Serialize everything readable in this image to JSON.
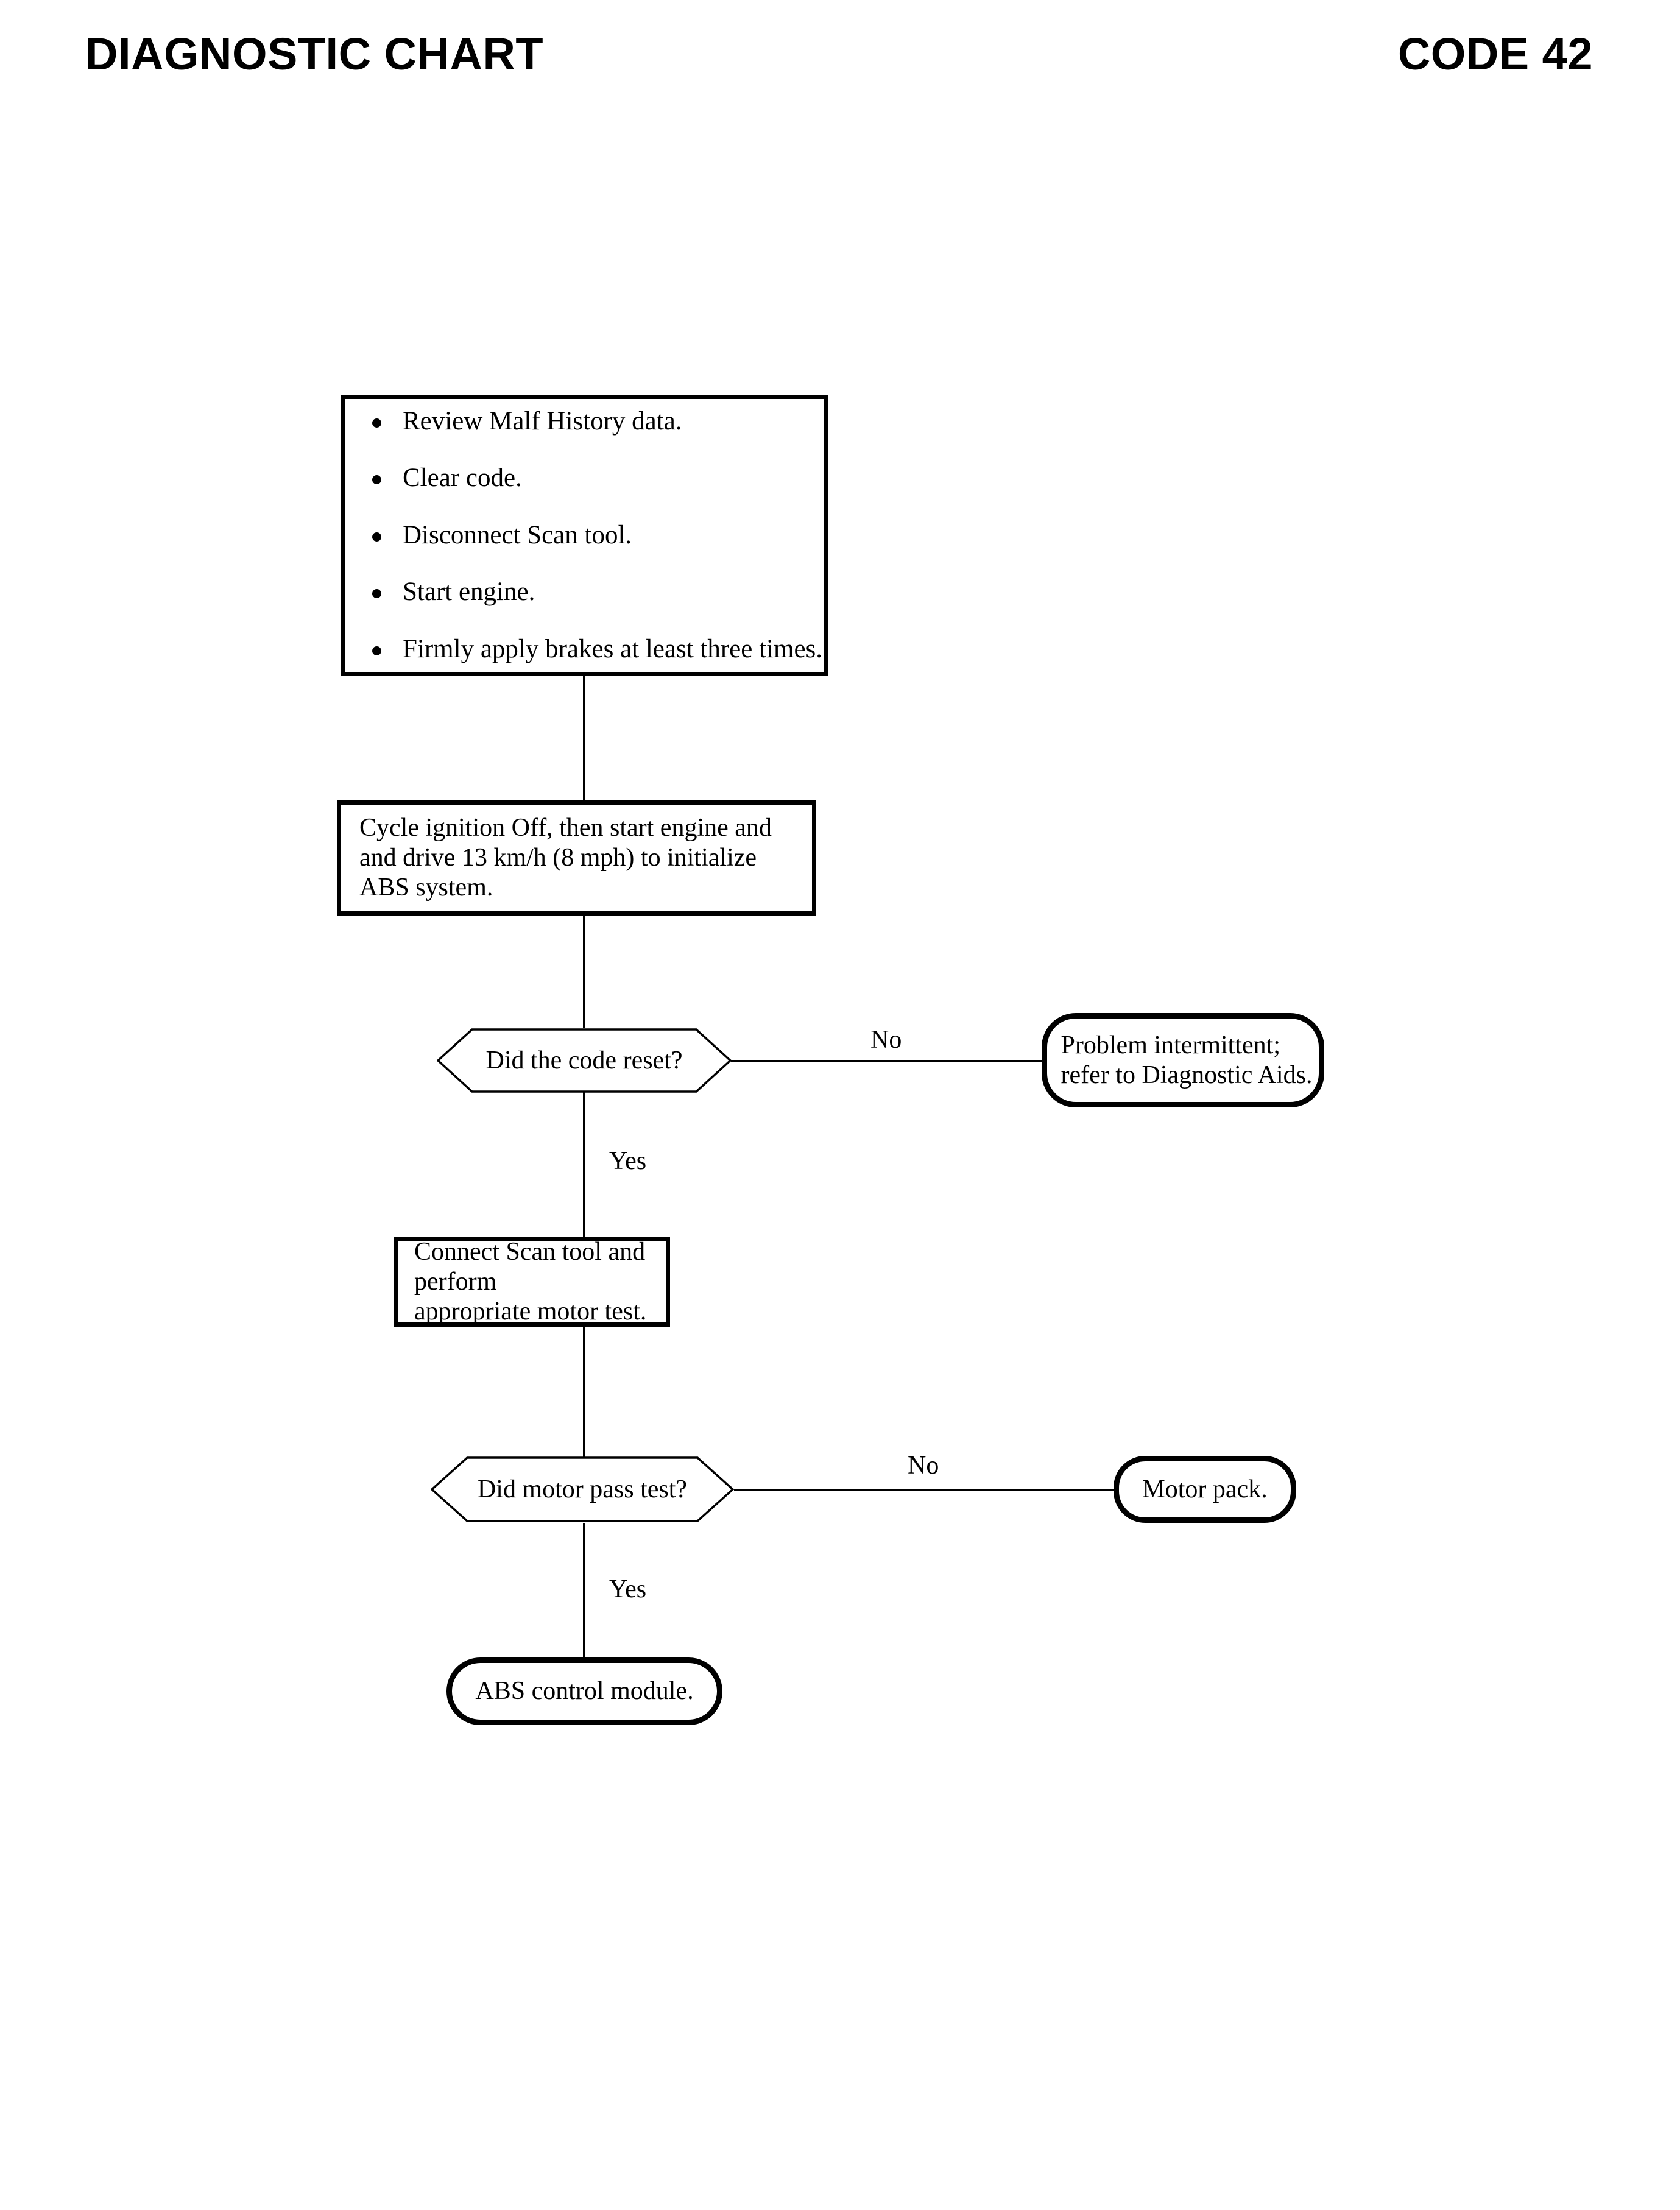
{
  "header": {
    "title": "DIAGNOSTIC CHART",
    "code": "CODE 42"
  },
  "flowchart": {
    "type": "flowchart",
    "orientation": "top-to-bottom",
    "nodes": {
      "steps_box": {
        "shape": "rectangle",
        "items": [
          "Review Malf History data.",
          "Clear code.",
          "Disconnect Scan tool.",
          "Start engine.",
          "Firmly apply brakes at least three times."
        ]
      },
      "cycle_box": {
        "shape": "rectangle",
        "text": "Cycle ignition Off, then start engine and\nand drive 13 km/h (8 mph) to initialize\nABS system."
      },
      "decision_code_reset": {
        "shape": "hexagon",
        "text": "Did the code reset?"
      },
      "terminal_intermittent": {
        "shape": "rounded-rectangle",
        "text": "Problem intermittent;\nrefer to Diagnostic Aids."
      },
      "connect_box": {
        "shape": "rectangle",
        "text": "Connect Scan tool and perform\nappropriate motor test."
      },
      "decision_motor_test": {
        "shape": "hexagon",
        "text": "Did motor pass test?"
      },
      "terminal_motor_pack": {
        "shape": "rounded-rectangle",
        "text": "Motor pack."
      },
      "terminal_abs_module": {
        "shape": "rounded-rectangle",
        "text": "ABS control module."
      }
    },
    "branch_labels": {
      "no_1": "No",
      "yes_1": "Yes",
      "no_2": "No",
      "yes_2": "Yes"
    }
  },
  "colors": {
    "ink": "#000000",
    "paper": "#ffffff"
  }
}
